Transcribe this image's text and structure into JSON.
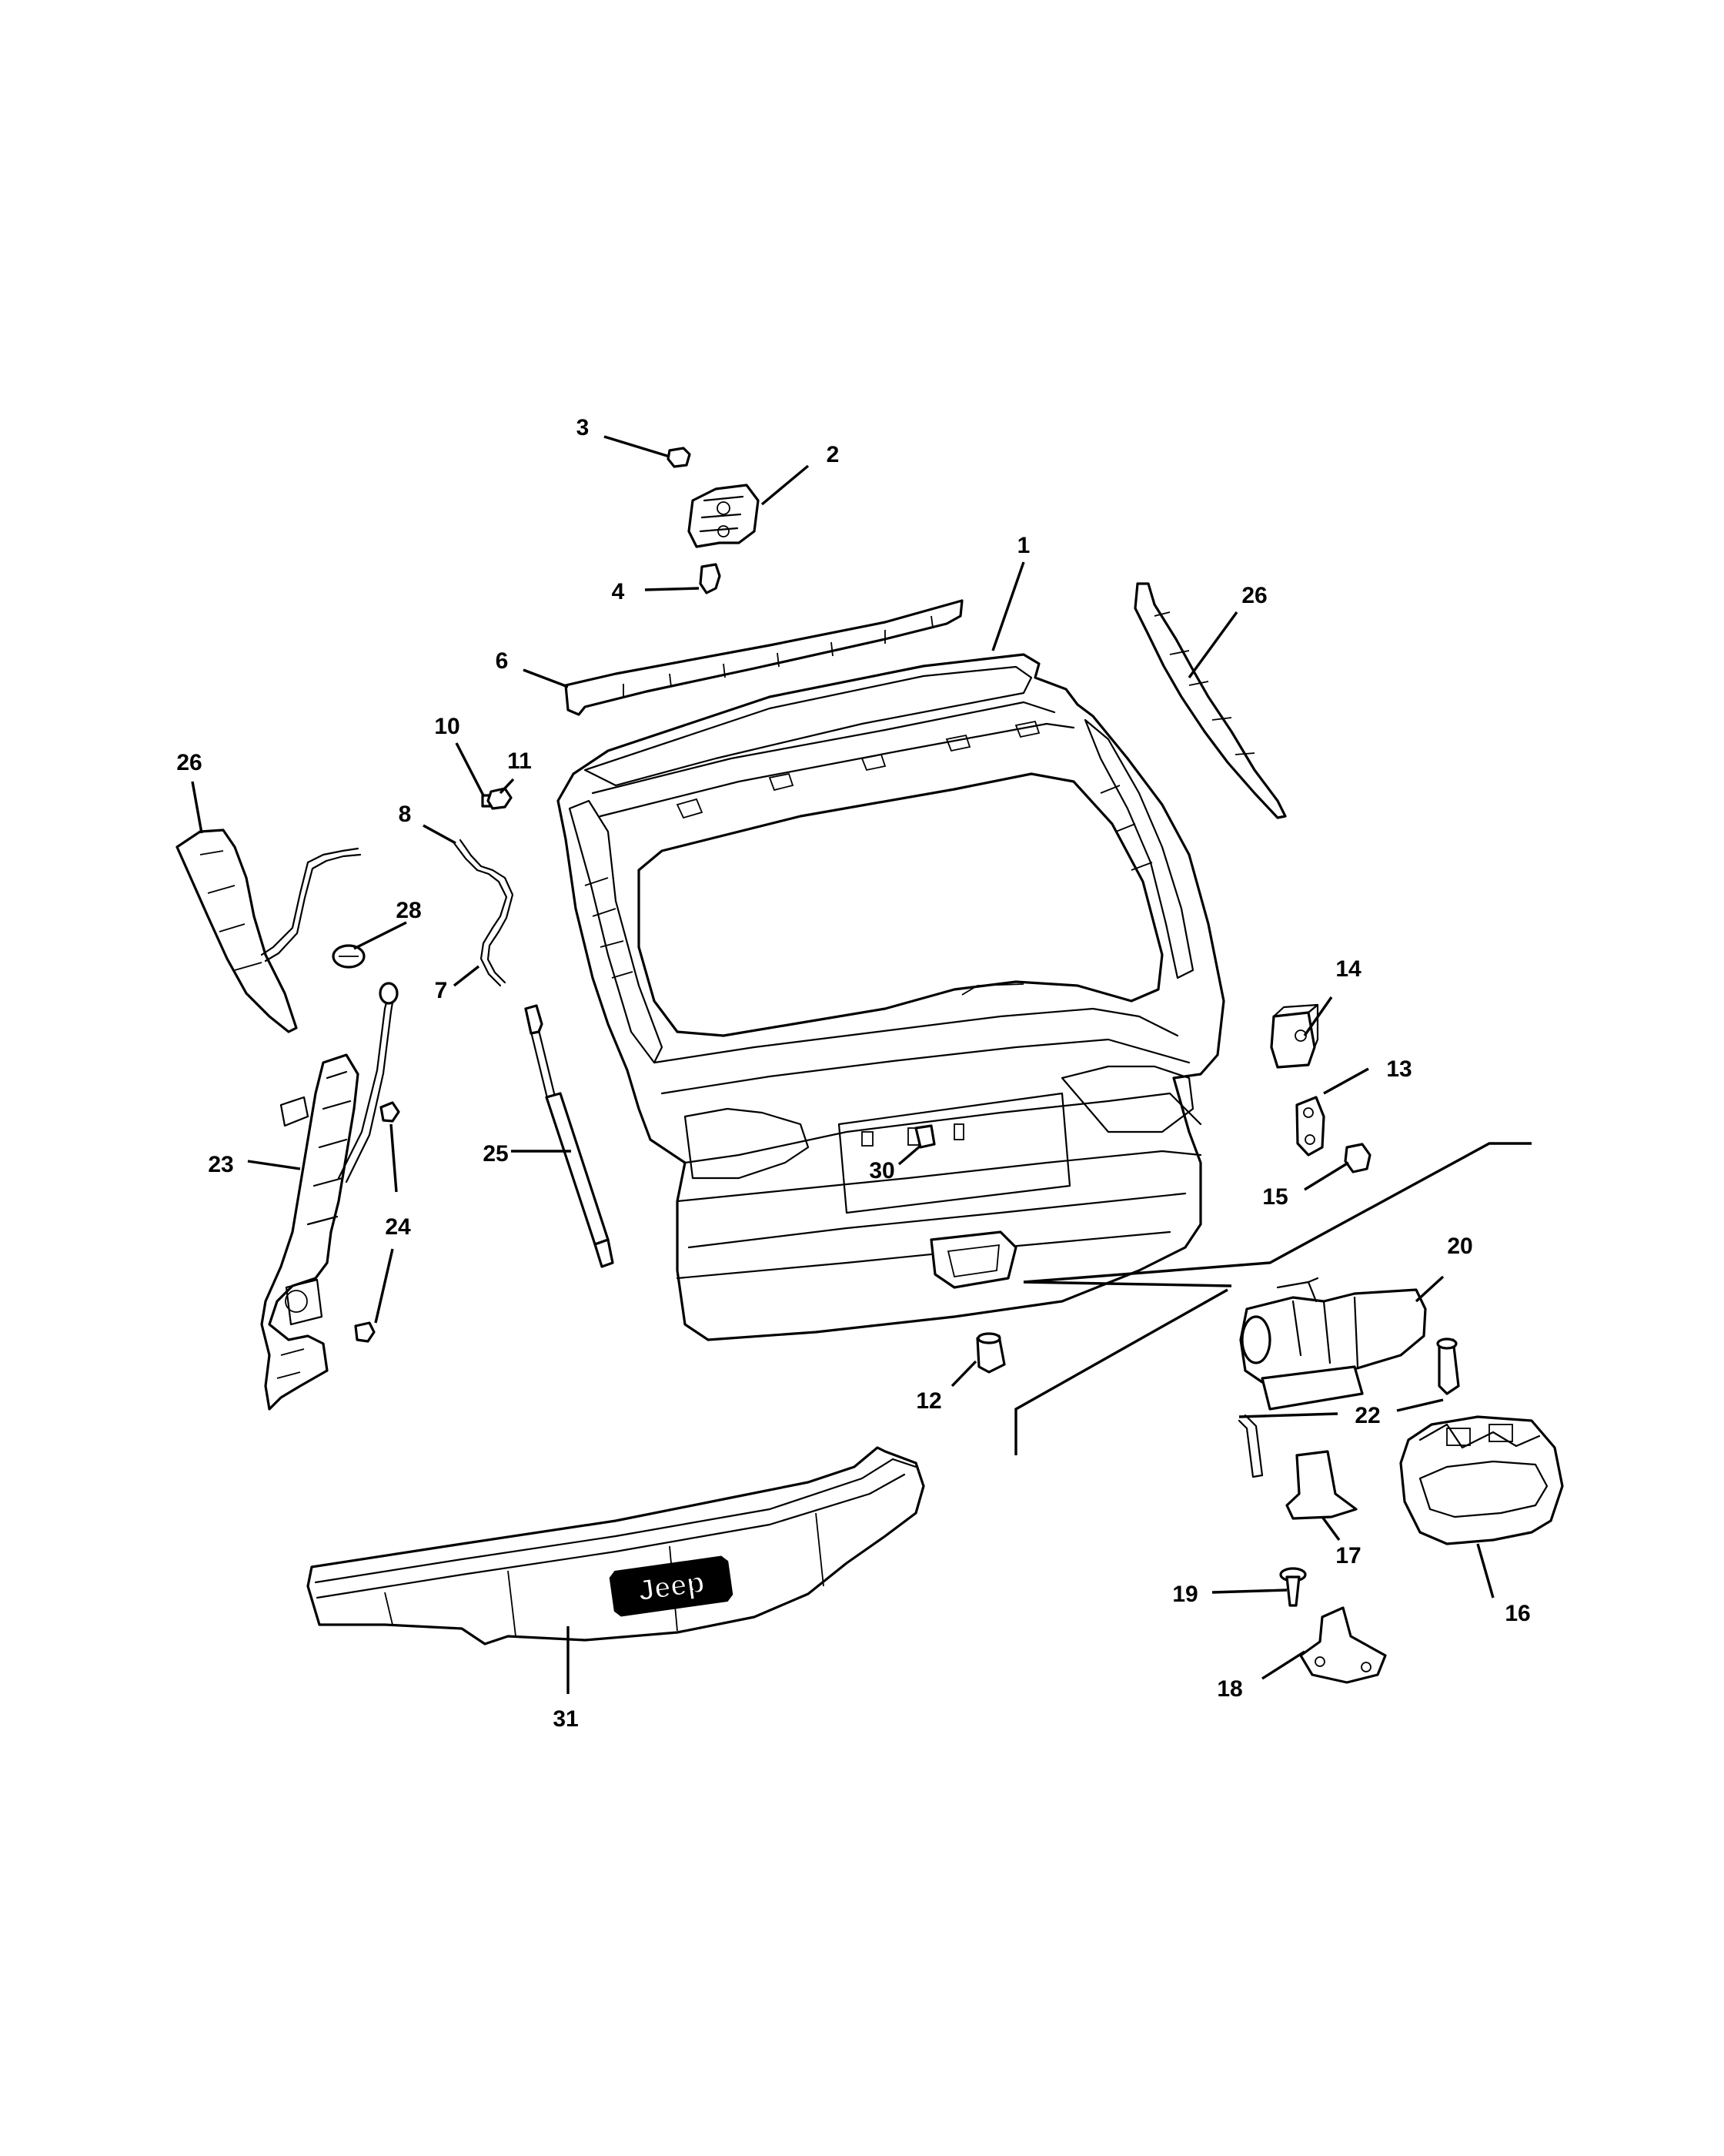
{
  "diagram": {
    "callouts": {
      "c1": "1",
      "c2": "2",
      "c3": "3",
      "c4": "4",
      "c6": "6",
      "c7": "7",
      "c8": "8",
      "c10": "10",
      "c11": "11",
      "c12": "12",
      "c13": "13",
      "c14": "14",
      "c15": "15",
      "c16": "16",
      "c17": "17",
      "c18": "18",
      "c19": "19",
      "c20": "20",
      "c22": "22",
      "c23": "23",
      "c24": "24",
      "c25": "25",
      "c26a": "26",
      "c26b": "26",
      "c28": "28",
      "c30": "30",
      "c31": "31"
    },
    "badge_text": "Jeep",
    "line_color": "#000000",
    "background_color": "#ffffff"
  }
}
